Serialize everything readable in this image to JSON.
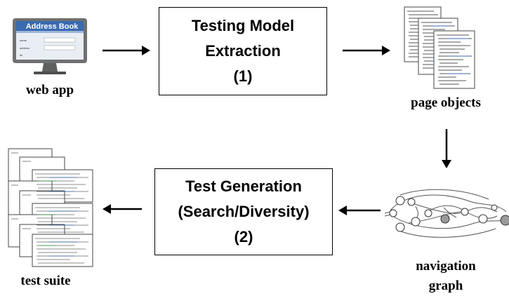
{
  "box1": {
    "line1": "Testing Model",
    "line2": "Extraction",
    "line3": "(1)"
  },
  "box2": {
    "line1": "Test Generation",
    "line2": "(Search/Diversity)",
    "line3": "(2)"
  },
  "captions": {
    "web_app": "web app",
    "page_objects": "page objects",
    "navigation_graph_1": "navigation",
    "navigation_graph_2": "graph",
    "test_suite": "test suite"
  },
  "web_app_icon": {
    "title": "Address Book",
    "field1": "name",
    "field2": "address",
    "field3": "tel"
  },
  "colors": {
    "monitor_frame": "#8a8a8a",
    "browser_blue": "#3a6ab0",
    "monitor_screen": "#dfe8f4"
  }
}
